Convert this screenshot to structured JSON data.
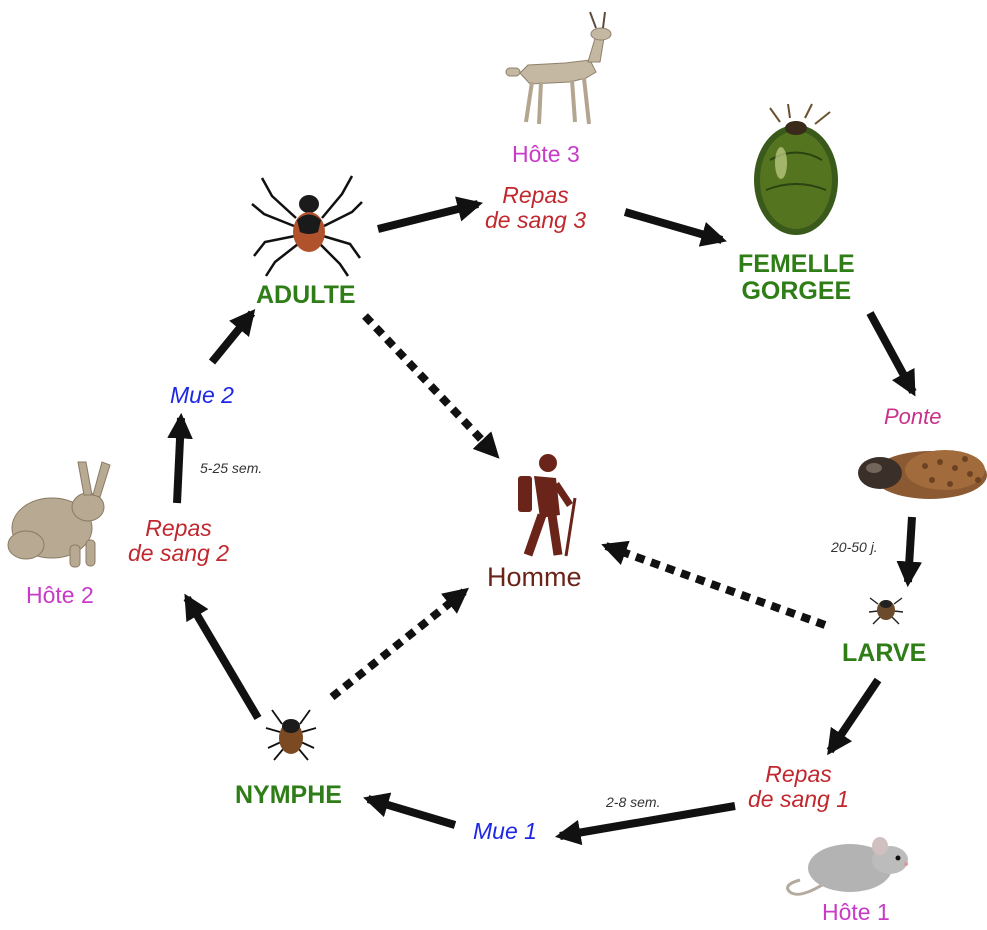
{
  "stages": {
    "adult": "ADULTE",
    "engorged_female_line1": "FEMELLE",
    "engorged_female_line2": "GORGEE",
    "larva": "LARVE",
    "nymph": "NYMPHE"
  },
  "hosts": {
    "host1": "Hôte 1",
    "host2": "Hôte 2",
    "host3": "Hôte 3"
  },
  "blood_meals": {
    "meal1_line1": "Repas",
    "meal1_line2": "de sang 1",
    "meal2_line1": "Repas",
    "meal2_line2": "de sang 2",
    "meal3_line1": "Repas",
    "meal3_line2": "de sang 3"
  },
  "molts": {
    "molt1": "Mue 1",
    "molt2": "Mue 2"
  },
  "laying": "Ponte",
  "durations": {
    "laying_to_larva": "20-50 j.",
    "meal1_to_molt1": "2-8 sem.",
    "meal2_to_molt2": "5-25 sem."
  },
  "human": "Homme",
  "colors": {
    "stage": "#2e7d16",
    "host": "#c83ac8",
    "blood_meal": "#c0282e",
    "molt": "#1d27e6",
    "laying": "#c8318a",
    "human": "#6b2419",
    "arrow": "#111111"
  },
  "icons": {
    "deer": "deer-icon",
    "hare": "hare-icon",
    "mouse": "mouse-icon",
    "adult_tick": "adult-tick-icon",
    "engorged_tick": "engorged-tick-icon",
    "egg_mass": "egg-mass-icon",
    "larva_tick": "larva-tick-icon",
    "nymph_tick": "nymph-tick-icon",
    "hiker": "hiker-icon"
  }
}
